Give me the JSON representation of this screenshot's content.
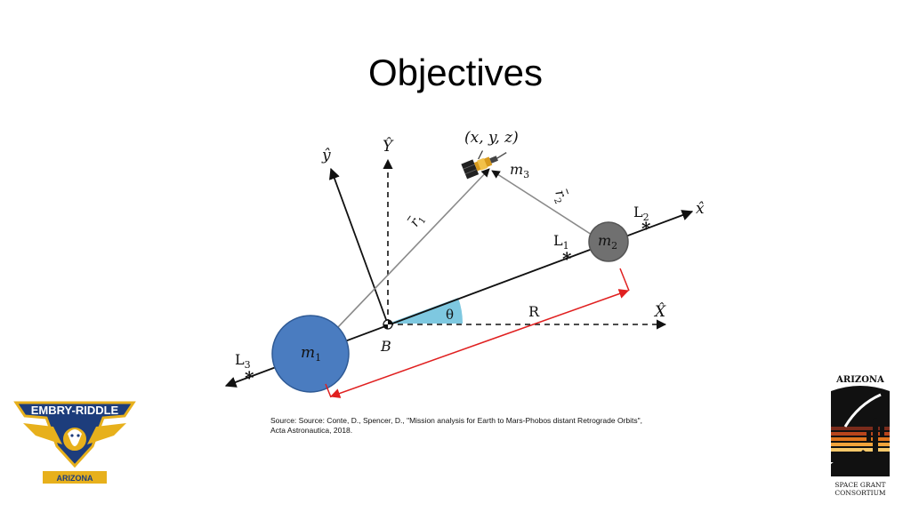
{
  "slide": {
    "title": "Objectives",
    "source_line1": "Source: Source: Conte, D., Spencer, D., \"Mission analysis for Earth to Mars-Phobos distant Retrograde Orbits\",",
    "source_line2": "Acta Astronautica, 2018."
  },
  "diagram": {
    "coords_label": "(x, y, z)",
    "m3_label": "m",
    "m3_sub": "3",
    "m1_label": "m",
    "m1_sub": "1",
    "m2_label": "m",
    "m2_sub": "2",
    "r1_label": "r",
    "r1_sub": "1",
    "r2_label": "r",
    "r2_sub": "2",
    "B_label": "B",
    "theta_label": "θ",
    "R_label": "R",
    "yhat_label": "ŷ",
    "Yhat_label": "Ŷ",
    "xhat_label": "x̂",
    "Xhat_label": "X̂",
    "L1_label": "L",
    "L1_sub": "1",
    "L2_label": "L",
    "L2_sub": "2",
    "L3_label": "L",
    "L3_sub": "3",
    "colors": {
      "m1": "#4a7cc0",
      "m2": "#707070",
      "theta_fill": "#7ec8e0",
      "separation_arrow": "#e02020",
      "position_vectors": "#8a8a8a"
    },
    "icons": [
      "satellite-icon"
    ]
  },
  "logos": {
    "embry_top": "EMBRY-RIDDLE",
    "embry_bottom": "ARIZONA",
    "asgc_top": "ARIZONA",
    "asgc_line1": "SPACE GRANT",
    "asgc_line2": "CONSORTIUM"
  }
}
